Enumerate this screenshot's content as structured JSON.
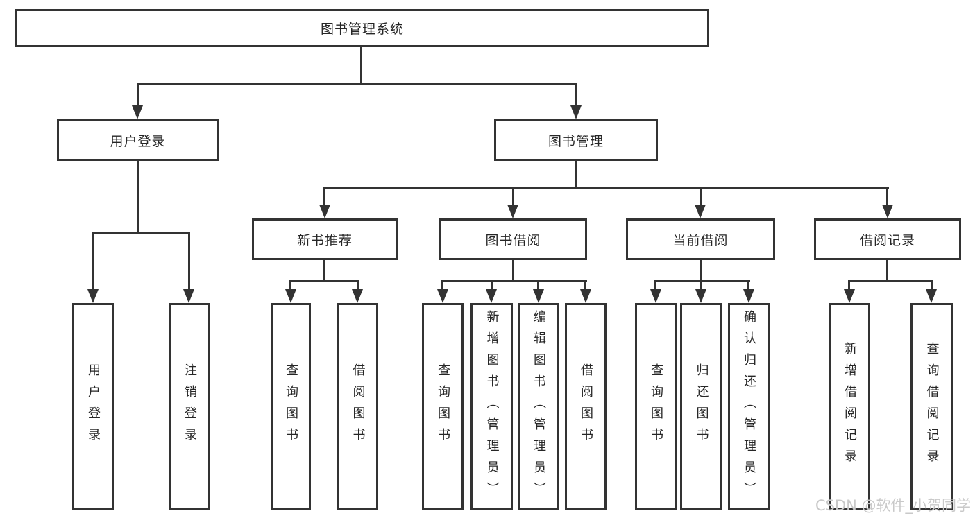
{
  "tree": {
    "root": "图书管理系统",
    "user_login": {
      "label": "用户登录",
      "leaves": [
        "用户登录",
        "注销登录"
      ]
    },
    "book_mgmt": {
      "label": "图书管理",
      "groups": [
        {
          "label": "新书推荐",
          "leaves": [
            "查询图书",
            "借阅图书"
          ]
        },
        {
          "label": "图书借阅",
          "leaves": [
            "查询图书",
            "新增图书（管理员）",
            "编辑图书（管理员）",
            "借阅图书"
          ]
        },
        {
          "label": "当前借阅",
          "leaves": [
            "查询图书",
            "归还图书",
            "确认归还（管理员）"
          ]
        },
        {
          "label": "借阅记录",
          "leaves": [
            "新增借阅记录",
            "查询借阅记录"
          ]
        }
      ]
    }
  },
  "watermark": "CSDN @软件_小贺同学",
  "colors": {
    "line": "#333333",
    "text": "#262626",
    "box_fill": "#ffffff",
    "watermark": "#c9c9c9",
    "background": "#ffffff"
  }
}
